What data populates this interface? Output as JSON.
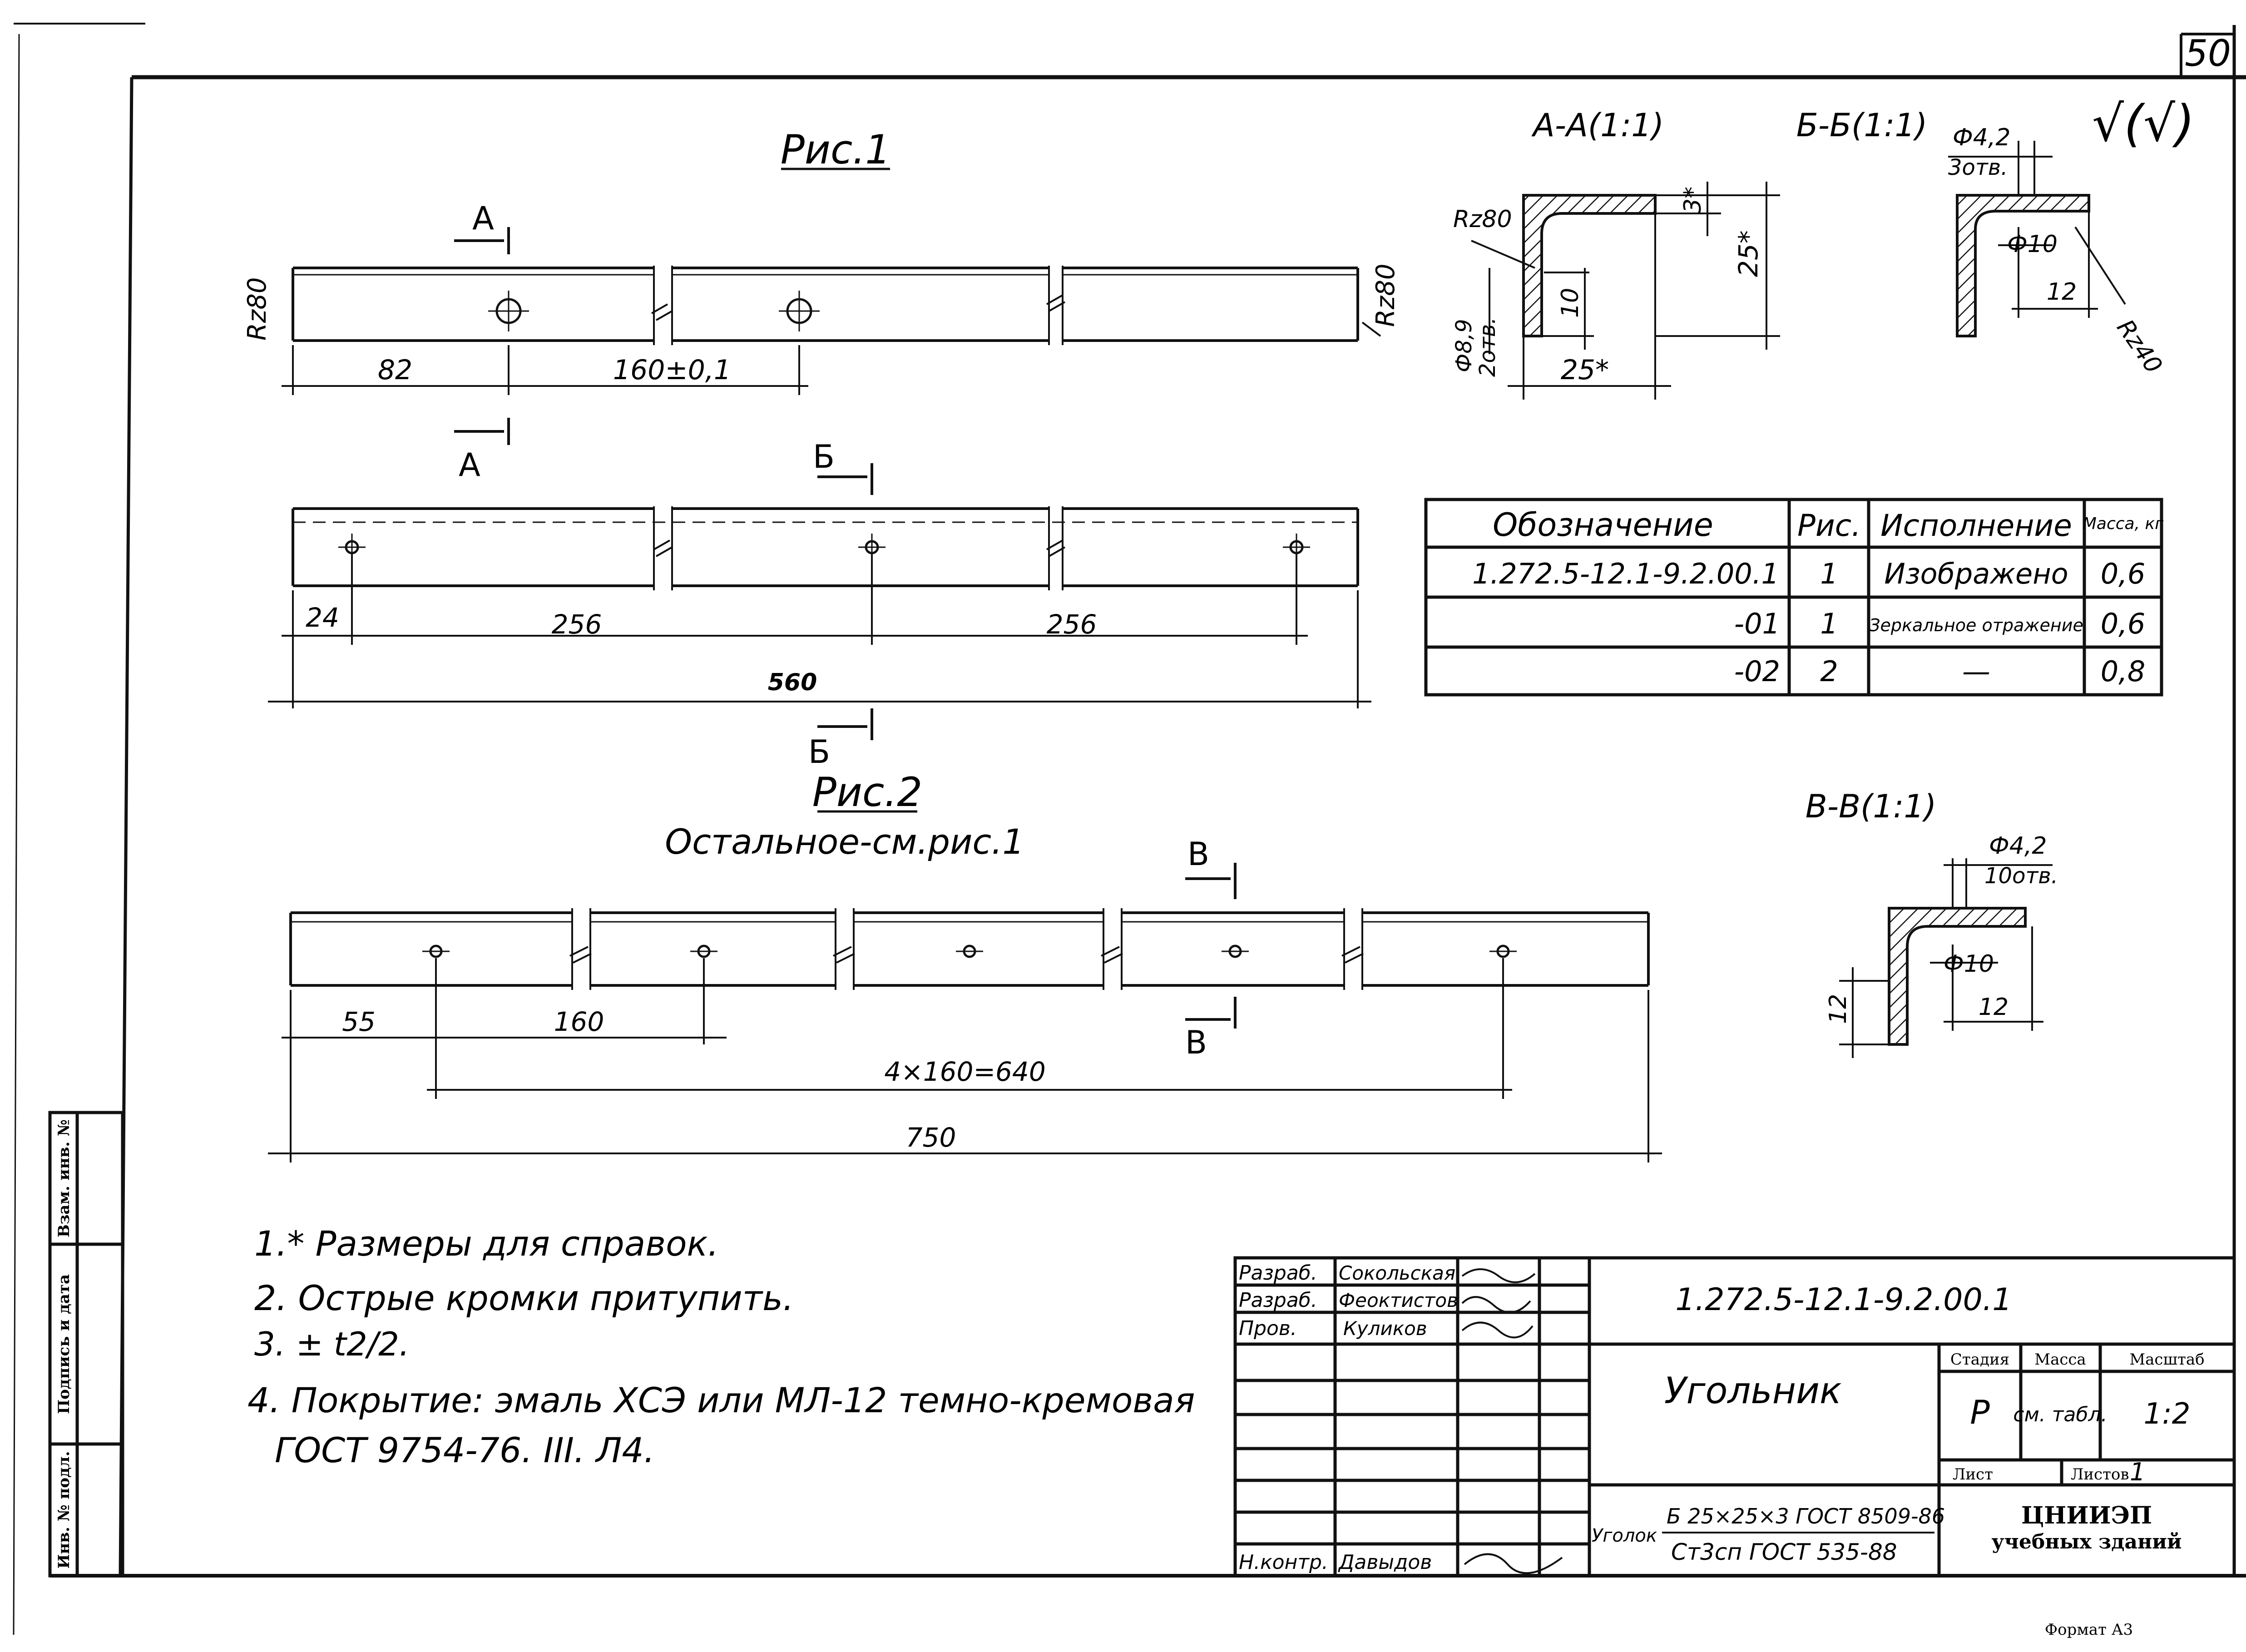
{
  "sheet": {
    "page_number": "50",
    "format": "Формат А3",
    "mark": "√(√)"
  },
  "views": {
    "fig1_title": "Рис.1",
    "fig2_title": "Рис.2",
    "fig2_note": "Остальное-см.рис.1",
    "section_a": "А-А(1:1)",
    "section_b": "Б-Б(1:1)",
    "section_v": "В-В(1:1)",
    "cut_a": "А",
    "cut_b": "Б",
    "cut_v": "В"
  },
  "dims": {
    "rz80": "Rz80",
    "rz40": "Rz40",
    "d82": "82",
    "d160_tol": "160±0,1",
    "d24": "24",
    "d256": "256",
    "d560": "560",
    "d55": "55",
    "d160": "160",
    "d4x160": "4×160=640",
    "d750": "750",
    "d3": "3*",
    "d25": "25*",
    "d10": "10",
    "hole89": "Ф8,9",
    "holes2": "2отв.",
    "hole42": "Ф4,2",
    "holes3": "3отв.",
    "holes10": "10отв.",
    "dia10": "Ф10",
    "d12": "12"
  },
  "spec": {
    "headers": [
      "Обозначение",
      "Рис.",
      "Исполнение",
      "Масса, кг"
    ],
    "rows": [
      [
        "1.272.5-12.1-9.2.00.1",
        "1",
        "Изображено",
        "0,6"
      ],
      [
        "-01",
        "1",
        "Зеркальное отражение",
        "0,6"
      ],
      [
        "-02",
        "2",
        "—",
        "0,8"
      ]
    ]
  },
  "notes": [
    "1.* Размеры для справок.",
    "2. Острые кромки притупить.",
    "3. ± t2/2.",
    "4. Покрытие: эмаль ХСЭ или МЛ-12 темно-кремовая",
    "ГОСТ 9754-76. III. Л4."
  ],
  "side_stamp": [
    "Взам. инв. №",
    "Подпись и дата",
    "Инв. № подл."
  ],
  "title_block": {
    "roles": [
      "Разраб.",
      "Разраб.",
      "Пров.",
      "",
      "",
      "",
      "",
      "Н.контр."
    ],
    "names": [
      "Сокольская",
      "Феоктистов",
      "Куликов",
      "",
      "",
      "",
      "",
      "Давыдов"
    ],
    "code": "1.272.5-12.1-9.2.00.1",
    "name": "Угольник",
    "stage_label": "Стадия",
    "mass_label": "Масса",
    "scale_label": "Масштаб",
    "stage": "Р",
    "mass": "см. табл.",
    "scale": "1:2",
    "sheet_label": "Лист",
    "sheets_label": "Листов",
    "sheets": "1",
    "material_prefix": "Уголок",
    "material_top": "Б 25×25×3 ГОСТ 8509-86",
    "material_bottom": "Ст3сп ГОСТ 535-88",
    "org1": "ЦНИИЭП",
    "org2": "учебных зданий"
  }
}
